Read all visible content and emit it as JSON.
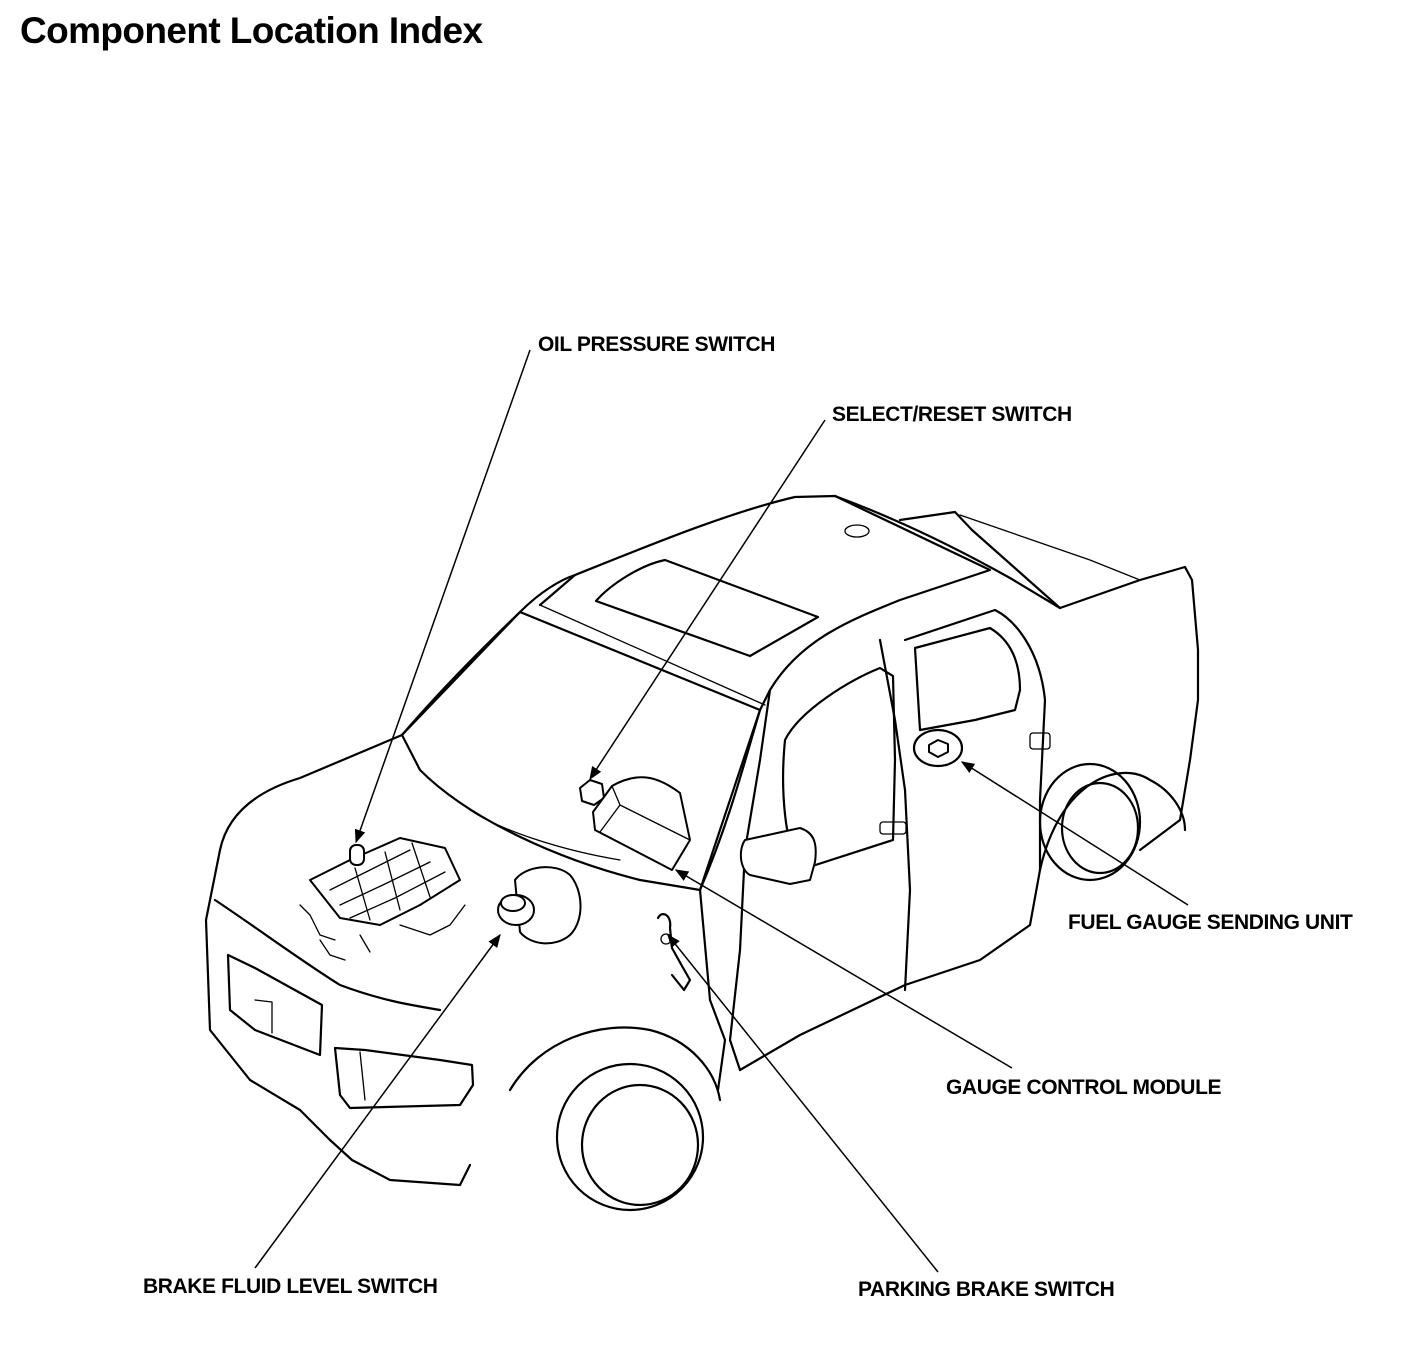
{
  "page": {
    "title": "Component Location Index"
  },
  "callouts": [
    {
      "id": "oil-pressure-switch",
      "label": "OIL PRESSURE SWITCH"
    },
    {
      "id": "select-reset-switch",
      "label": "SELECT/RESET SWITCH"
    },
    {
      "id": "fuel-gauge-sending-unit",
      "label": "FUEL GAUGE SENDING UNIT"
    },
    {
      "id": "gauge-control-module",
      "label": "GAUGE CONTROL MODULE"
    },
    {
      "id": "brake-fluid-level-switch",
      "label": "BRAKE FLUID LEVEL SWITCH"
    },
    {
      "id": "parking-brake-switch",
      "label": "PARKING BRAKE SWITCH"
    }
  ]
}
